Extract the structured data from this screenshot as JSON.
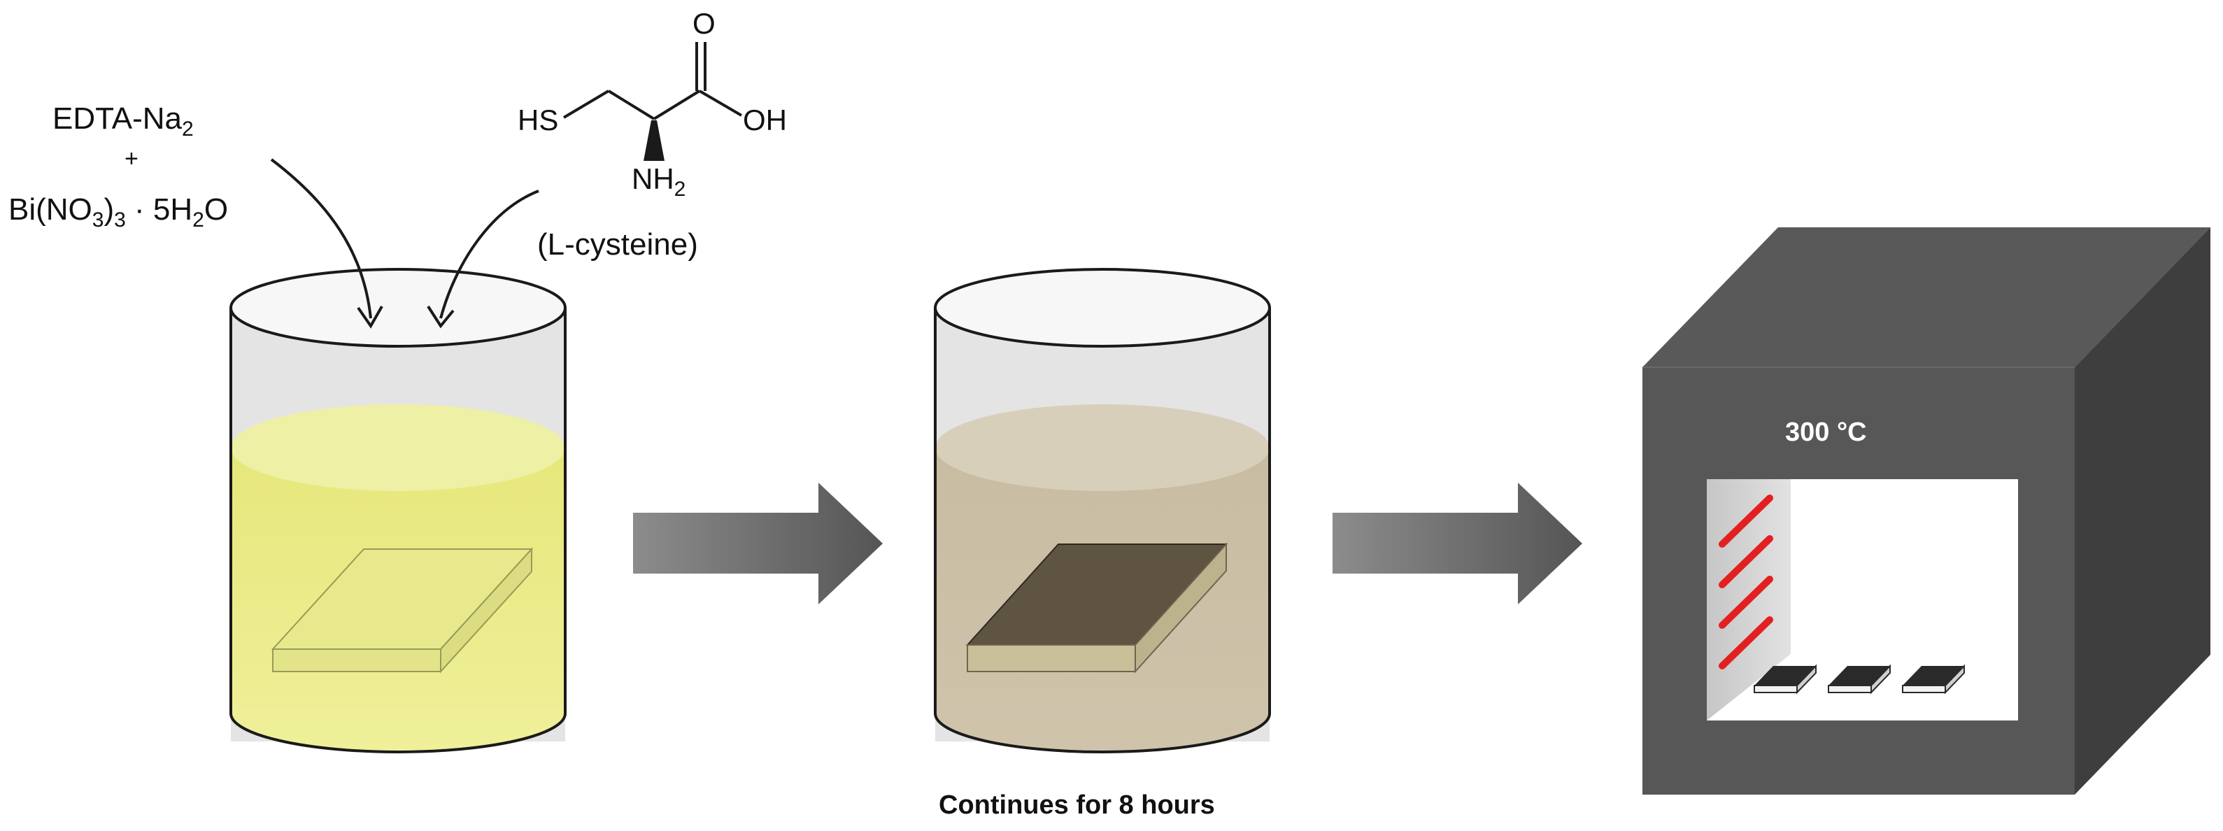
{
  "reagents": {
    "edta": {
      "main": "EDTA-Na",
      "sub": "2"
    },
    "plus": "+",
    "bismuth": {
      "p1": "Bi(NO",
      "s1": "3",
      "p2": ")",
      "s2": "3",
      "p3": " · 5H",
      "s3": "2",
      "p4": "O"
    },
    "cysteine_label": "(L-cysteine)"
  },
  "structure": {
    "hs": "HS",
    "o": "O",
    "oh": "OH",
    "nh": "NH",
    "nh_sub": "2"
  },
  "steps": {
    "duration_caption": "Continues for 8 hours",
    "temperature": "300 °C"
  },
  "colors": {
    "yellow_solution": "#e9ea7c",
    "brown_solution": "#cbbfa4",
    "dark_substrate": "#5f5442",
    "arrow_gray": "#6a6a6a",
    "furnace": "#595959",
    "heater_red": "#e32020"
  }
}
